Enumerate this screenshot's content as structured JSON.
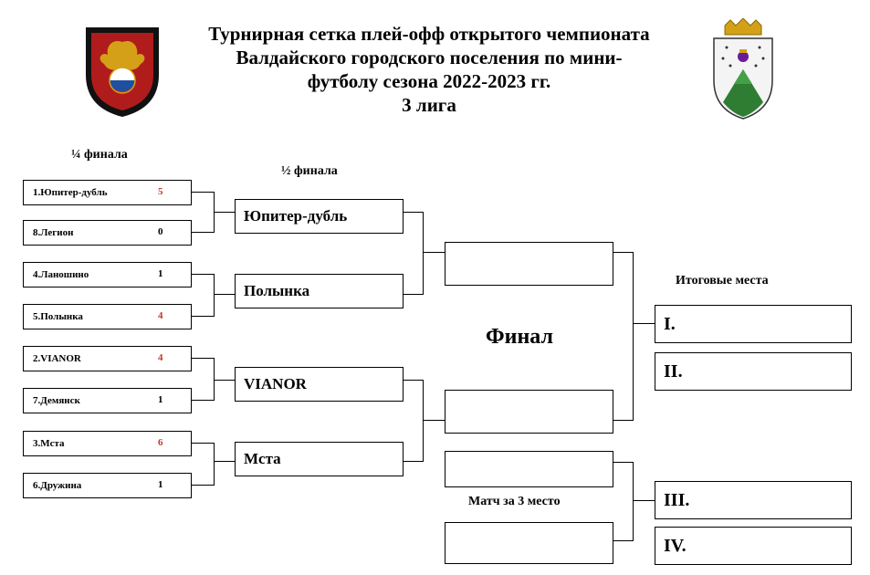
{
  "title": {
    "line1": "Турнирная сетка плей-офф открытого чемпионата",
    "line2": "Валдайского городского поселения по мини-",
    "line3": "футболу сезона 2022-2023 гг.",
    "line4": "3 лига"
  },
  "labels": {
    "quarterfinal": "¼ финала",
    "semifinal": "½ финала",
    "final": "Финал",
    "third_place": "Матч за 3 место",
    "final_places": "Итоговые места"
  },
  "quarterfinals": [
    {
      "name": "1.Юпитер-дубль",
      "score": "5",
      "winner": true
    },
    {
      "name": "8.Легион",
      "score": "0",
      "winner": false
    },
    {
      "name": "4.Ланошино",
      "score": "1",
      "winner": false
    },
    {
      "name": "5.Полынка",
      "score": "4",
      "winner": true
    },
    {
      "name": "2.VIANOR",
      "score": "4",
      "winner": true
    },
    {
      "name": "7.Демянск",
      "score": "1",
      "winner": false
    },
    {
      "name": "3.Мста",
      "score": "6",
      "winner": true
    },
    {
      "name": "6.Дружина",
      "score": "1",
      "winner": false
    }
  ],
  "semifinals": [
    {
      "name": "Юпитер-дубль"
    },
    {
      "name": "Полынка"
    },
    {
      "name": "VIANOR"
    },
    {
      "name": "Мста"
    }
  ],
  "places": [
    {
      "label": "I."
    },
    {
      "label": "II."
    },
    {
      "label": "III."
    },
    {
      "label": "IV."
    }
  ],
  "colors": {
    "winner_score": "#c0392b",
    "emblem_red": "#b01c1c",
    "emblem_gold": "#d4a017",
    "crest_green": "#2e7d32"
  },
  "icons": {
    "left_logo": "russian-football-union-emblem",
    "right_logo": "valdai-coat-of-arms"
  }
}
